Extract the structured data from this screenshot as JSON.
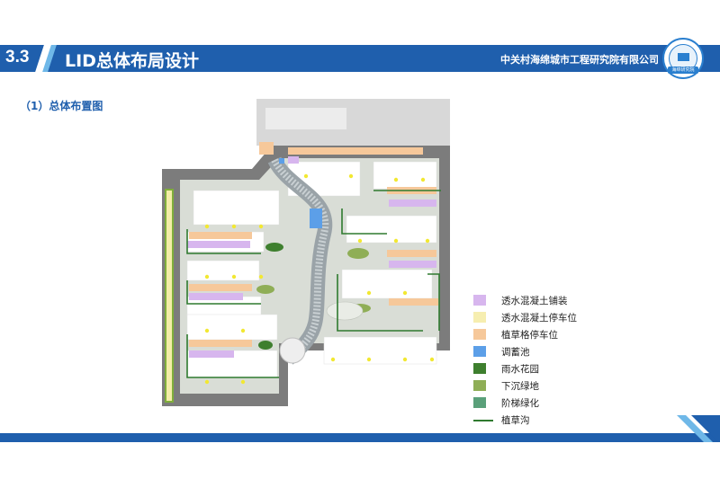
{
  "header": {
    "section_number": "3.3",
    "title": "LID总体布局设计",
    "organization": "中关村海绵城市工程研究院有限公司",
    "logo_text": "海绵研究院"
  },
  "subtitle": "（1）总体布置图",
  "legend": [
    {
      "label": "透水混凝土铺装",
      "color": "#d7b6ee",
      "kind": "swatch"
    },
    {
      "label": "透水混凝土停车位",
      "color": "#f6eeb0",
      "kind": "swatch"
    },
    {
      "label": "植草格停车位",
      "color": "#f6c89a",
      "kind": "swatch"
    },
    {
      "label": "调蓄池",
      "color": "#5c9fe8",
      "kind": "swatch"
    },
    {
      "label": "雨水花园",
      "color": "#3e7f2e",
      "kind": "swatch"
    },
    {
      "label": "下沉绿地",
      "color": "#8fae56",
      "kind": "swatch"
    },
    {
      "label": "阶梯绿化",
      "color": "#5aa07a",
      "kind": "swatch"
    },
    {
      "label": "植草沟",
      "color": "#2f7a2f",
      "kind": "line"
    }
  ],
  "colors": {
    "brand_blue": "#1f5fad",
    "accent_light_blue": "#6fb8e8",
    "road_gray": "#7c7c7c",
    "site_light": "#d9ddd6"
  }
}
